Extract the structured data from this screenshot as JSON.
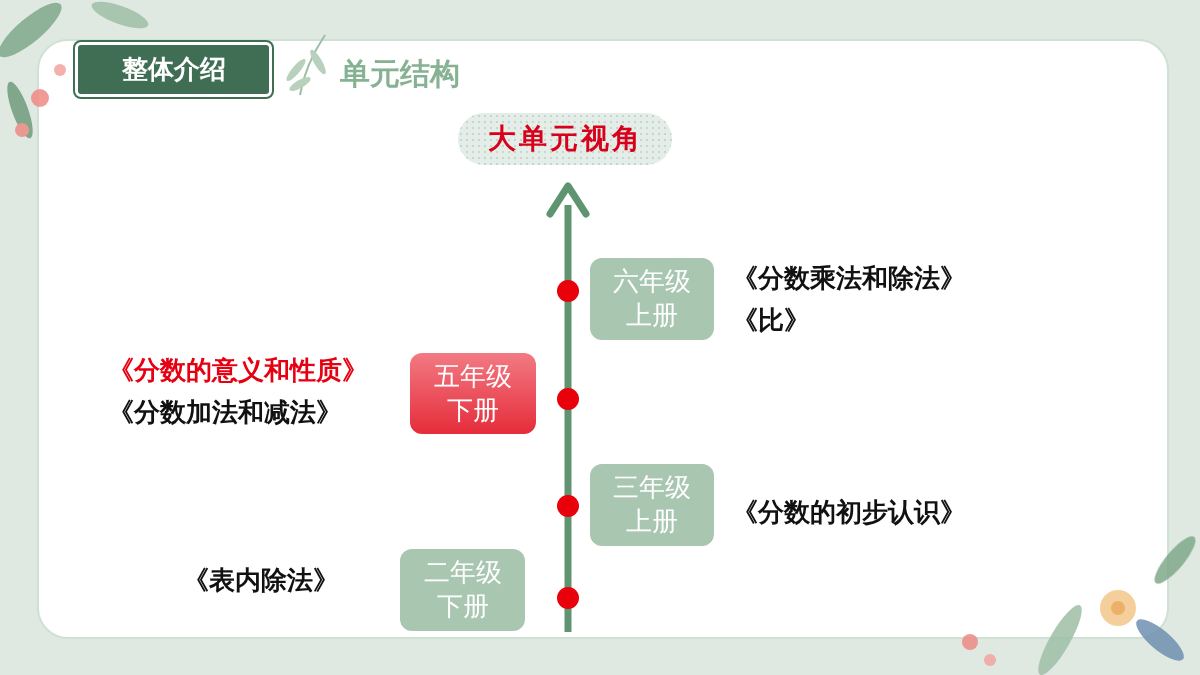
{
  "diagram": {
    "title": "单元结构",
    "nodes": [
      {
        "text": [
          "整体介绍"
        ]
      },
      {
        "text": [
          "大单元视角"
        ]
      },
      {
        "text": [
          "六年级 上册"
        ]
      },
      {
        "text": [
          "五年级 下册"
        ]
      },
      {
        "text": [
          "三年级 上册"
        ]
      },
      {
        "text": [
          "二年级 下册"
        ]
      }
    ],
    "labels": [
      "《分数乘法和除法》",
      "《比》",
      "《分数的意义和性质》",
      "《分数加法和减法》",
      "《分数的初步认识》",
      "《表内除法》"
    ]
  }
}
